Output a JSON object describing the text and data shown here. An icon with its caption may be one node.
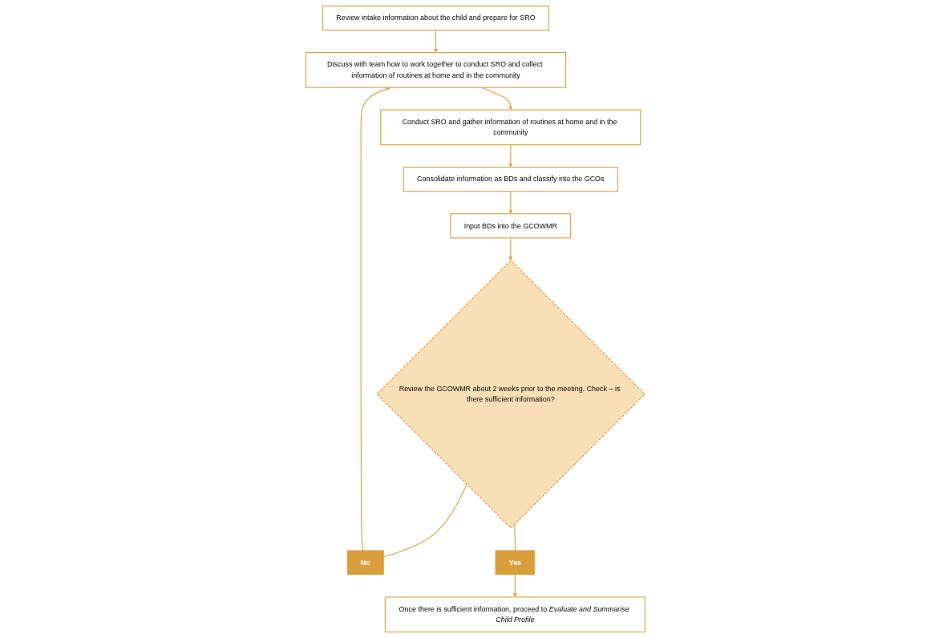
{
  "diagram": {
    "nodes": [
      {
        "text": [
          "Review intake information about the child and prepare for SRO"
        ]
      },
      {
        "text": [
          "Discuss with team how to work together to conduct SRO and collect information of routines at home and in the community"
        ]
      },
      {
        "text": [
          "Conduct SRO and gather information of routines at home and in the community"
        ]
      },
      {
        "text": [
          "Consolidate information as BDs and classify into the GCOs"
        ]
      },
      {
        "text": [
          "Input BDs into the GCOWMR"
        ]
      },
      {
        "text": [
          "Review the GCOWMR about 2 weeks prior to the meeting. Check – is there sufficient information?"
        ]
      },
      {
        "text": [
          "No"
        ]
      },
      {
        "text": [
          "Yes"
        ]
      },
      {
        "text": [
          "Once there is sufficient information, proceed to *Evaluate and Summarise Child Profile*"
        ]
      }
    ],
    "edges": [
      {
        "from": 0,
        "to": 1,
        "arrow": "to"
      },
      {
        "from": 1,
        "to": 2,
        "arrow": "to"
      },
      {
        "from": 2,
        "to": 3,
        "arrow": "to"
      },
      {
        "from": 3,
        "to": 4,
        "arrow": "to"
      },
      {
        "from": 4,
        "to": 5,
        "arrow": "to"
      },
      {
        "from": 5,
        "to": 6,
        "arrow": "none"
      },
      {
        "from": 6,
        "to": 1,
        "arrow": "to"
      },
      {
        "from": 5,
        "to": 7,
        "arrow": "none"
      },
      {
        "from": 7,
        "to": 8,
        "arrow": "to"
      }
    ]
  }
}
